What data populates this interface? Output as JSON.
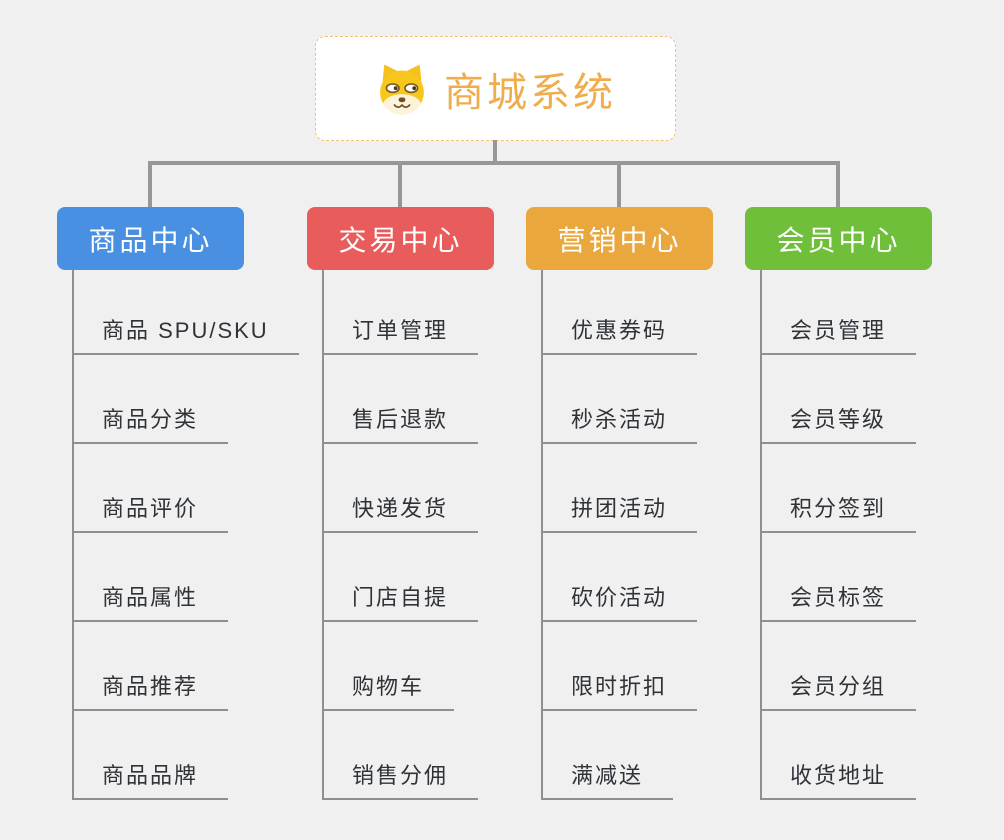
{
  "root": {
    "title": "商城系统",
    "icon": "doge-face-icon"
  },
  "branches": [
    {
      "id": "product-center",
      "label": "商品中心",
      "color": "#4a90e2",
      "items": [
        "商品 SPU/SKU",
        "商品分类",
        "商品评价",
        "商品属性",
        "商品推荐",
        "商品品牌"
      ]
    },
    {
      "id": "trade-center",
      "label": "交易中心",
      "color": "#e85c5c",
      "items": [
        "订单管理",
        "售后退款",
        "快递发货",
        "门店自提",
        "购物车",
        "销售分佣"
      ]
    },
    {
      "id": "marketing-center",
      "label": "营销中心",
      "color": "#e9a73d",
      "items": [
        "优惠券码",
        "秒杀活动",
        "拼团活动",
        "砍价活动",
        "限时折扣",
        "满减送"
      ]
    },
    {
      "id": "member-center",
      "label": "会员中心",
      "color": "#6fbf3a",
      "items": [
        "会员管理",
        "会员等级",
        "积分签到",
        "会员标签",
        "会员分组",
        "收货地址"
      ]
    }
  ],
  "colors": {
    "background": "#f0f0f0",
    "root_accent": "#efad4d",
    "root_border": "#f5c170",
    "connector": "#979797",
    "node_underline": "#8f8f8f",
    "node_text": "#2f3338"
  }
}
